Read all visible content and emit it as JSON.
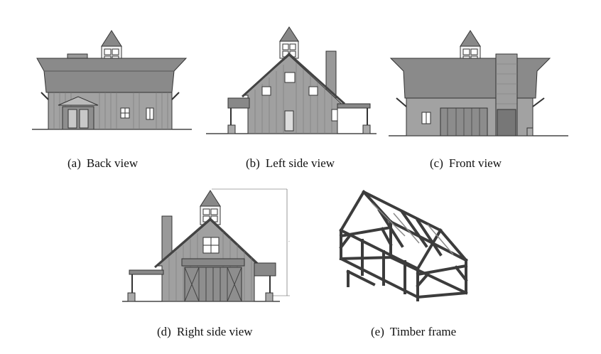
{
  "figures": [
    {
      "tag": "(a)",
      "caption": "Back view"
    },
    {
      "tag": "(b)",
      "caption": "Left side view"
    },
    {
      "tag": "(c)",
      "caption": "Front view"
    },
    {
      "tag": "(d)",
      "caption": "Right side view"
    },
    {
      "tag": "(e)",
      "caption": "Timber frame"
    }
  ],
  "icons": [
    "back-elevation-drawing",
    "left-elevation-drawing",
    "front-elevation-drawing",
    "right-elevation-drawing",
    "timber-frame-isometric"
  ],
  "colors": {
    "roof": "#808080",
    "wall": "#9a9a9a",
    "line": "#333333",
    "frame": "#3c3c3c"
  }
}
